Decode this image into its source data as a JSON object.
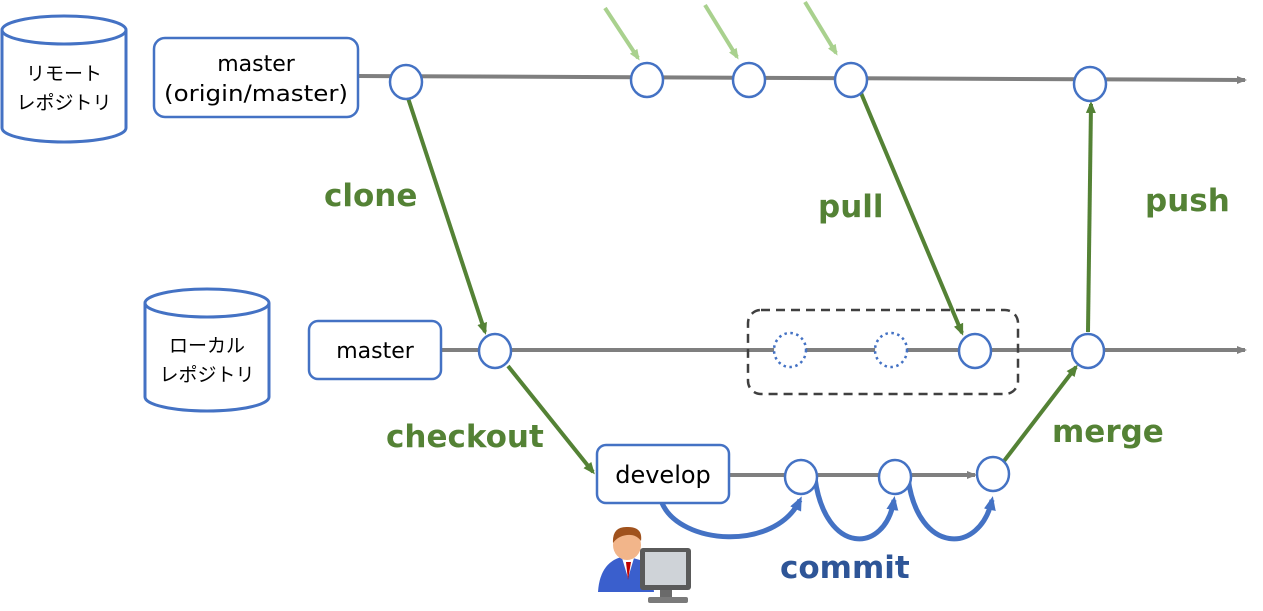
{
  "repositories": {
    "remote": {
      "line1": "リモート",
      "line2": "レポジトリ"
    },
    "local": {
      "line1": "ローカル",
      "line2": "レポジトリ"
    }
  },
  "branches": {
    "remote_master": {
      "line1": "master",
      "line2": "(origin/master)"
    },
    "local_master": {
      "label": "master"
    },
    "develop": {
      "label": "develop"
    }
  },
  "operations": {
    "clone": "clone",
    "pull": "pull",
    "push": "push",
    "checkout": "checkout",
    "merge": "merge",
    "commit": "commit"
  },
  "colors": {
    "box_border": "#4472c4",
    "commit_stroke": "#4472c4",
    "timeline": "#7f7f7f",
    "op_arrow": "#548235",
    "incoming_arrow": "#a9d18e",
    "commit_arc": "#4472c4",
    "label_green": "#548235",
    "label_blue": "#2e5597",
    "dashed_group": "#404040"
  }
}
